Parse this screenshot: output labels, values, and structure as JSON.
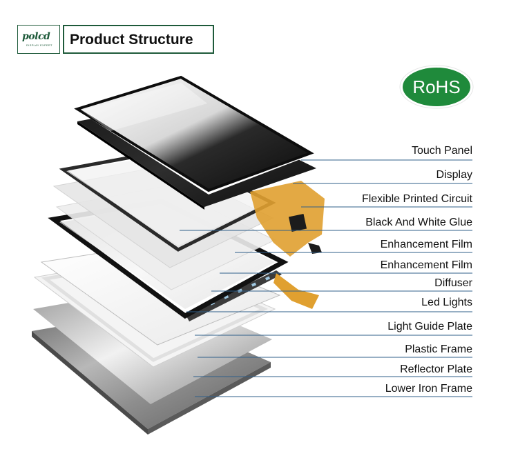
{
  "header": {
    "logo_text": "polcd",
    "logo_subtext": "DISPLAY EXPERT",
    "title": "Product Structure"
  },
  "badge": {
    "text": "RoHS",
    "color": "#1f8a3b"
  },
  "layers": [
    {
      "label": "Touch Panel"
    },
    {
      "label": "Display"
    },
    {
      "label": "Flexible Printed Circuit"
    },
    {
      "label": "Black And White Glue"
    },
    {
      "label": "Enhancement Film"
    },
    {
      "label": "Enhancement Film"
    },
    {
      "label": "Diffuser"
    },
    {
      "label": "Led Lights"
    },
    {
      "label": "Light Guide Plate"
    },
    {
      "label": "Plastic Frame"
    },
    {
      "label": "Reflector Plate"
    },
    {
      "label": "Lower Iron Frame"
    }
  ],
  "colors": {
    "brand": "#1e5a3a",
    "leader": "#2f5f8a",
    "fpc": "#e0a030"
  }
}
